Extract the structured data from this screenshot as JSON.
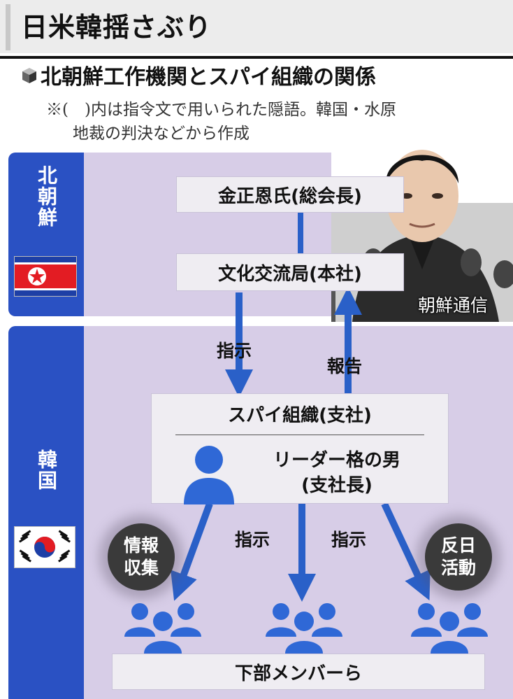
{
  "header": {
    "title": "日米韓揺さぶり"
  },
  "diagram": {
    "title": "北朝鮮工作機関とスパイ組織の関係",
    "note_line1": "※(　)内は指令文で用いられた隠語。韓国・水原",
    "note_line2": "地裁の判決などから作成",
    "north_korea": {
      "label": "北朝鮮",
      "flag_icon": "north-korea-flag"
    },
    "south_korea": {
      "label": "韓国",
      "flag_icon": "south-korea-flag"
    },
    "nodes": {
      "leader": "金正恩氏(総会長)",
      "bureau": "文化交流局(本社)",
      "spy_org": "スパイ組織(支社)",
      "spy_leader_line1": "リーダー格の男",
      "spy_leader_line2": "(支社長)",
      "members": "下部メンバーら"
    },
    "edges": {
      "order_down": "指示",
      "report_up": "報告",
      "order_left": "指示",
      "order_right": "指示"
    },
    "activities": {
      "intel": "情報収集",
      "anti_japan": "反日活動"
    },
    "photo_credit": "朝鮮通信",
    "colors": {
      "side_blue": "#2a51c3",
      "panel_lavender": "#d7cde7",
      "arrow_blue": "#2a60c8",
      "person_blue": "#2f68d6"
    }
  }
}
